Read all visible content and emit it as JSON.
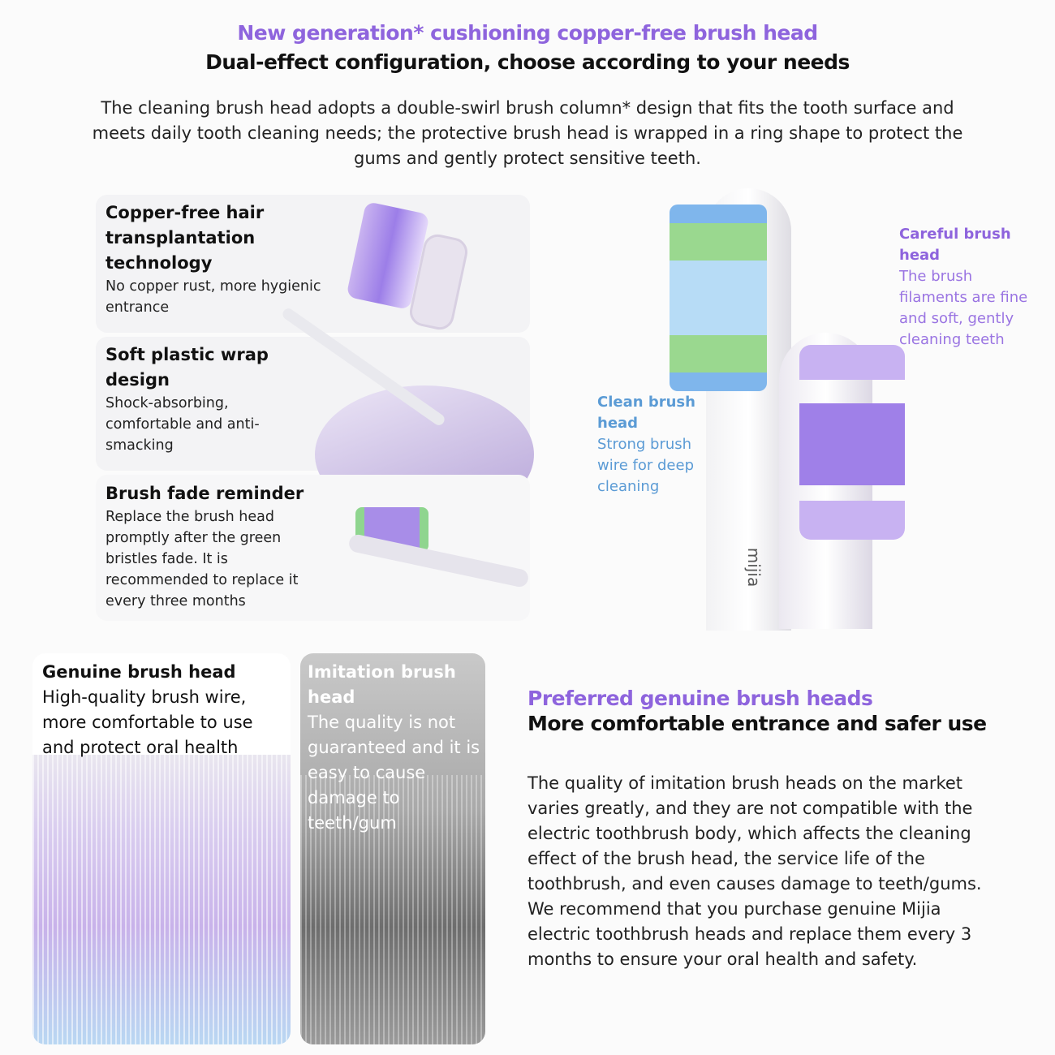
{
  "header": {
    "title": "New generation* cushioning copper-free brush head",
    "subtitle": "Dual-effect configuration, choose according to your needs"
  },
  "intro": "The cleaning brush head adopts a double-swirl brush column* design that fits the tooth surface and meets daily tooth cleaning needs; the protective brush head is wrapped in a ring shape to protect the gums and gently protect sensitive teeth.",
  "features": [
    {
      "title": "Copper-free hair transplantation technology",
      "desc": "No copper rust, more hygienic entrance"
    },
    {
      "title": "Soft plastic wrap design",
      "desc": "Shock-absorbing, comfortable and anti-smacking"
    },
    {
      "title": "Brush fade reminder",
      "desc": "Replace the brush head promptly after the green bristles fade. It is recommended to replace it every three months"
    }
  ],
  "labels": {
    "careful": {
      "title": "Careful brush head",
      "desc": "The brush filaments are fine and soft, gently cleaning teeth"
    },
    "clean": {
      "title": "Clean brush head",
      "desc": "Strong brush wire for deep cleaning"
    }
  },
  "brand": "mijia",
  "comparison": {
    "genuine": {
      "title": "Genuine brush head",
      "desc": "High-quality brush wire, more comfortable to use and protect oral health"
    },
    "imitation": {
      "title": "Imitation brush head",
      "desc": "The quality is not guaranteed and it is easy to cause damage to teeth/gum"
    }
  },
  "preferred": {
    "title": "Preferred genuine brush heads",
    "subtitle": "More comfortable entrance and safer use",
    "body": "The quality of imitation brush heads on the market varies greatly, and they are not compatible with the electric toothbrush body, which affects the cleaning effect of the brush head, the service life of the toothbrush, and even causes damage to teeth/gums. We recommend that you purchase genuine Mijia electric toothbrush heads and replace them every 3 months to ensure your oral health and safety."
  },
  "colors": {
    "purple": "#8e64dd",
    "blue": "#5b9bd5"
  }
}
